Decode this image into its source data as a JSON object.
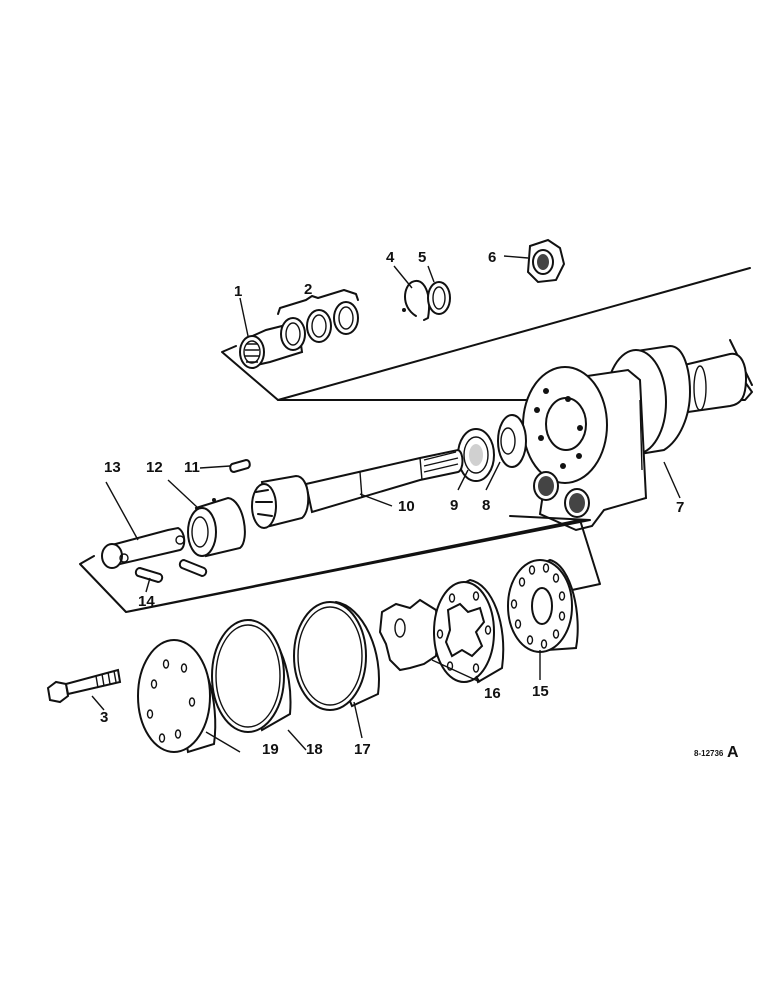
{
  "diagram": {
    "type": "exploded-parts-view",
    "reference_code": "8-12736",
    "reference_suffix": "A",
    "callouts": [
      {
        "id": "1",
        "label": "1",
        "part": "needle-bearing"
      },
      {
        "id": "2",
        "label": "2",
        "part": "seal-rings"
      },
      {
        "id": "3",
        "label": "3",
        "part": "bolt"
      },
      {
        "id": "4",
        "label": "4",
        "part": "snap-ring"
      },
      {
        "id": "5",
        "label": "5",
        "part": "seal-ring"
      },
      {
        "id": "6",
        "label": "6",
        "part": "hex-nut"
      },
      {
        "id": "7",
        "label": "7",
        "part": "housing"
      },
      {
        "id": "8",
        "label": "8",
        "part": "thrust-washer"
      },
      {
        "id": "9",
        "label": "9",
        "part": "thrust-bearing"
      },
      {
        "id": "10",
        "label": "10",
        "part": "drive-shaft"
      },
      {
        "id": "11",
        "label": "11",
        "part": "pin"
      },
      {
        "id": "12",
        "label": "12",
        "part": "coupling"
      },
      {
        "id": "13",
        "label": "13",
        "part": "shaft"
      },
      {
        "id": "14",
        "label": "14",
        "part": "pins"
      },
      {
        "id": "15",
        "label": "15",
        "part": "wear-plate"
      },
      {
        "id": "16",
        "label": "16",
        "part": "gerotor-set"
      },
      {
        "id": "17",
        "label": "17",
        "part": "spacer-ring"
      },
      {
        "id": "18",
        "label": "18",
        "part": "spacer-ring"
      },
      {
        "id": "19",
        "label": "19",
        "part": "end-cap"
      }
    ]
  }
}
